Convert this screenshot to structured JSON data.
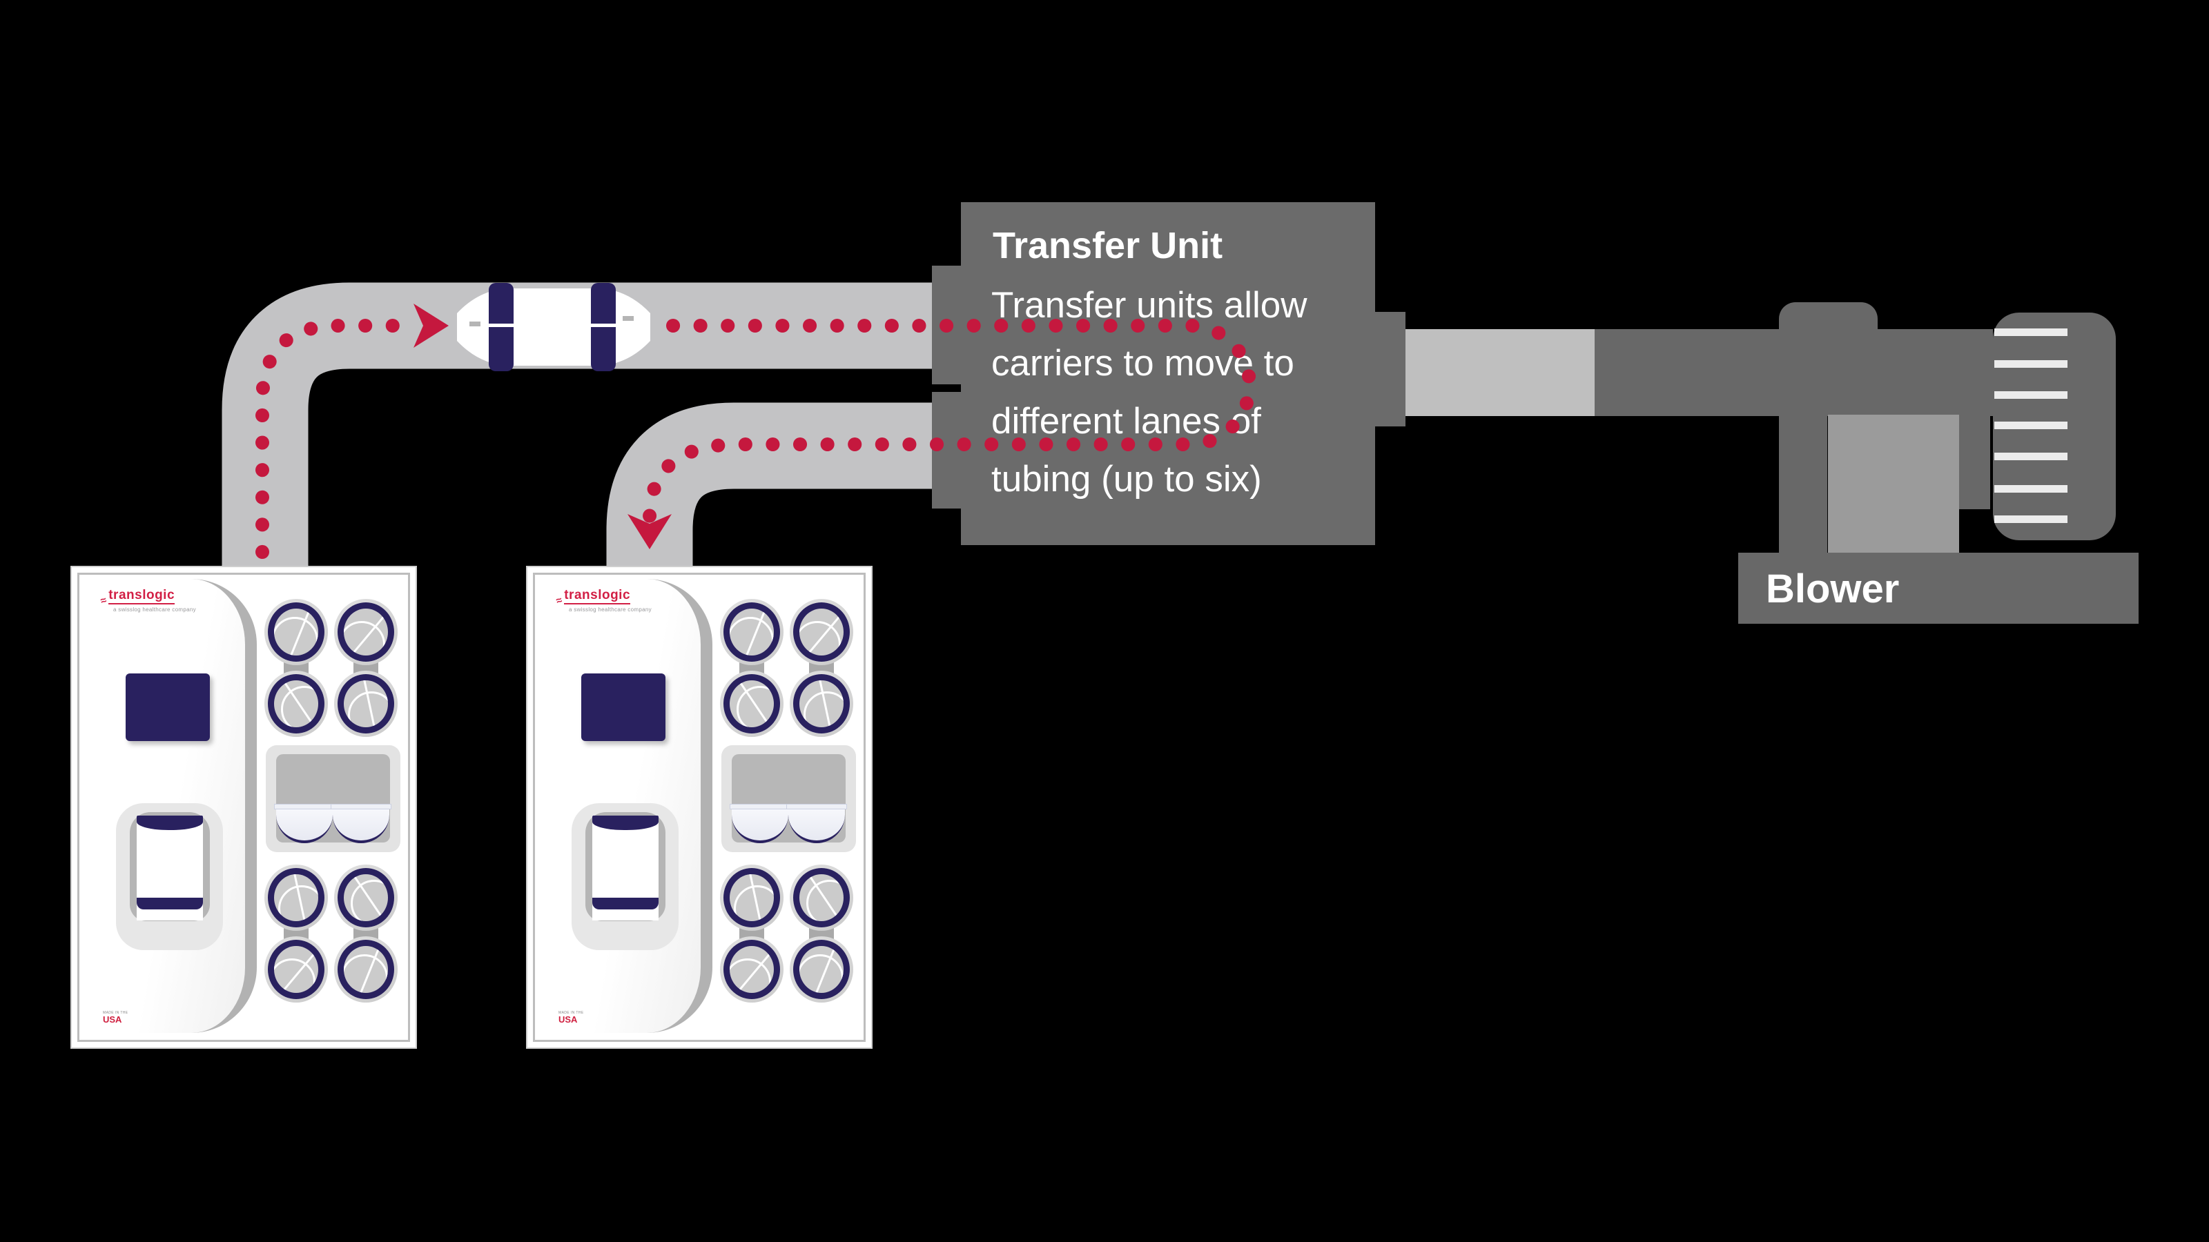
{
  "transfer_unit": {
    "title": "Transfer Unit",
    "body_lines": [
      "Transfer units allow",
      "carriers to move to",
      "different lanes of",
      "tubing (up to six)"
    ]
  },
  "blower": {
    "label": "Blower"
  },
  "stations": {
    "brand": "translogic",
    "tagline": "a swisslog healthcare company",
    "made_in_top": "MADE IN THE",
    "made_in_label": "USA"
  },
  "colors": {
    "background": "#000000",
    "tube_gray": "#c3c3c5",
    "pipe_light_gray": "#bfbfbf",
    "dark_gray": "#6b6b6b",
    "blower_gray": "#686868",
    "motor_gray": "#9b9b9b",
    "navy": "#29215f",
    "accent_red": "#c5183e",
    "brand_red": "#d21f45",
    "white": "#ffffff"
  }
}
